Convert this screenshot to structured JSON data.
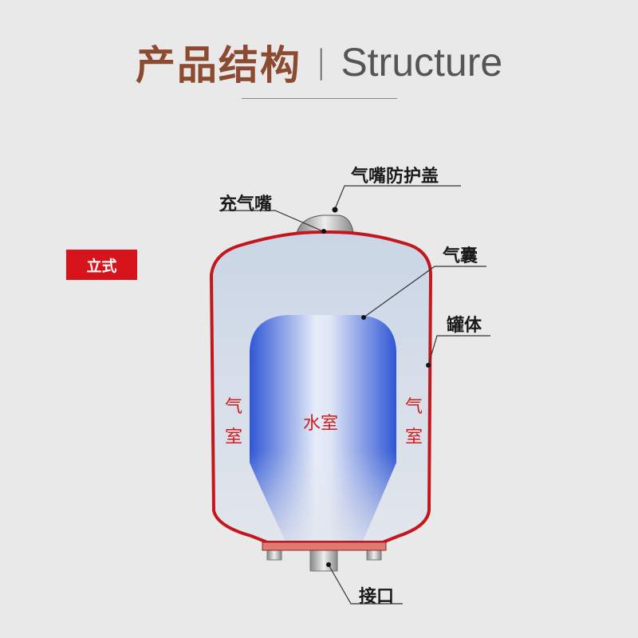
{
  "header": {
    "title_cn": "产品结构",
    "separator": "|",
    "title_en": "Structure"
  },
  "badge": {
    "label": "立式",
    "color": "#d7141b"
  },
  "labels": {
    "valve_cap": "气嘴防护盖",
    "valve": "充气嘴",
    "bladder": "气囊",
    "tank_body": "罐体",
    "connector": "接口"
  },
  "chambers": {
    "air_left": "气室",
    "air_right": "气室",
    "water": "水室"
  },
  "colors": {
    "tank_shell": "#c4161c",
    "water_chamber": "#3a5fd8",
    "air_chamber": "#cfdbea"
  }
}
